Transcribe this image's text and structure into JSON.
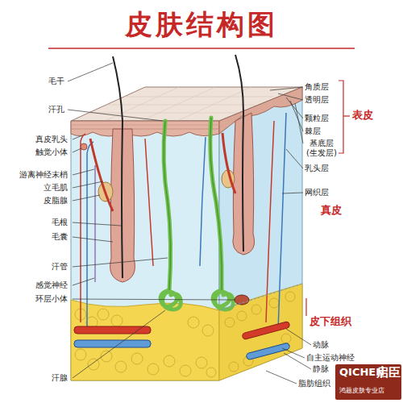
{
  "diagram": {
    "title": "皮肤结构图",
    "labels": [
      "毛干",
      "汗孔",
      "真皮乳头",
      "触觉小体",
      "游离神经末梢",
      "立毛肌",
      "皮脂腺",
      "毛根",
      "毛囊",
      "汗管",
      "感觉神经",
      "环层小体",
      "汗腺",
      "角质层",
      "透明层",
      "颗粒层",
      "表皮",
      "棘层",
      "基底层 (生发层)",
      "乳头层",
      "网织层",
      "真皮",
      "皮下组织",
      "动脉",
      "自主运动神经",
      "静脉",
      "脂肪组织",
      "QICHEN",
      "启臣",
      "鸿题皮肤专业店"
    ]
  }
}
